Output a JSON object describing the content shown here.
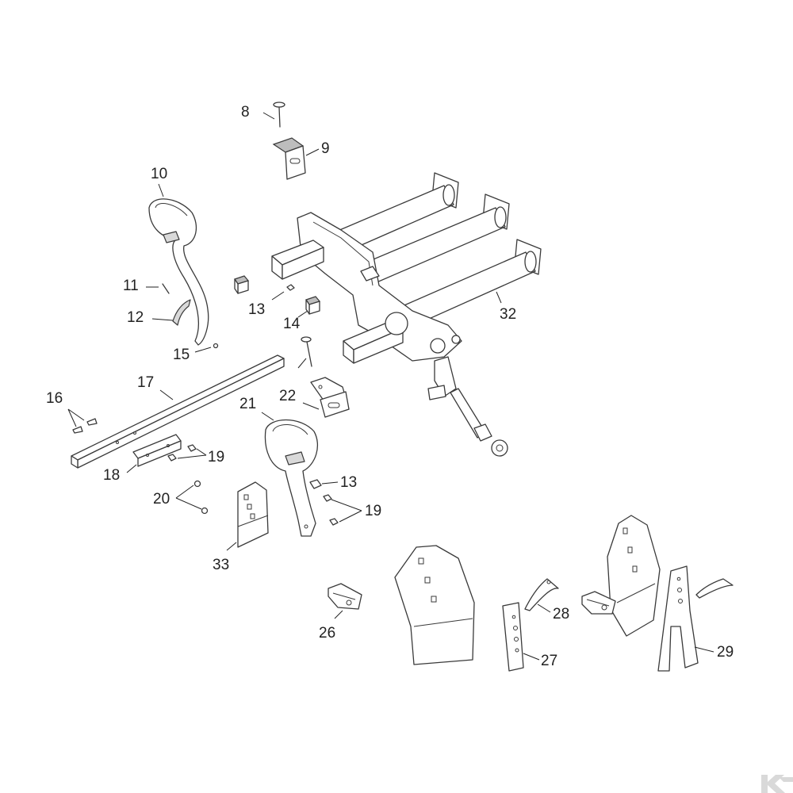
{
  "labels": {
    "p8": "8",
    "p9": "9",
    "p10": "10",
    "p11": "11",
    "p12": "12",
    "p13a": "13",
    "p13b": "13",
    "p14": "14",
    "p15": "15",
    "p16": "16",
    "p17": "17",
    "p18": "18",
    "p19a": "19",
    "p19b": "19",
    "p20": "20",
    "p21": "21",
    "p22": "22",
    "p26": "26",
    "p27": "27",
    "p28": "28",
    "p29": "29",
    "p32": "32",
    "p33": "33"
  },
  "colors": {
    "line": "#3a3a3a",
    "shade": "#d9d9d9",
    "logo": "#d9d9d9"
  },
  "logo": {
    "icon": "k-logo-icon"
  }
}
